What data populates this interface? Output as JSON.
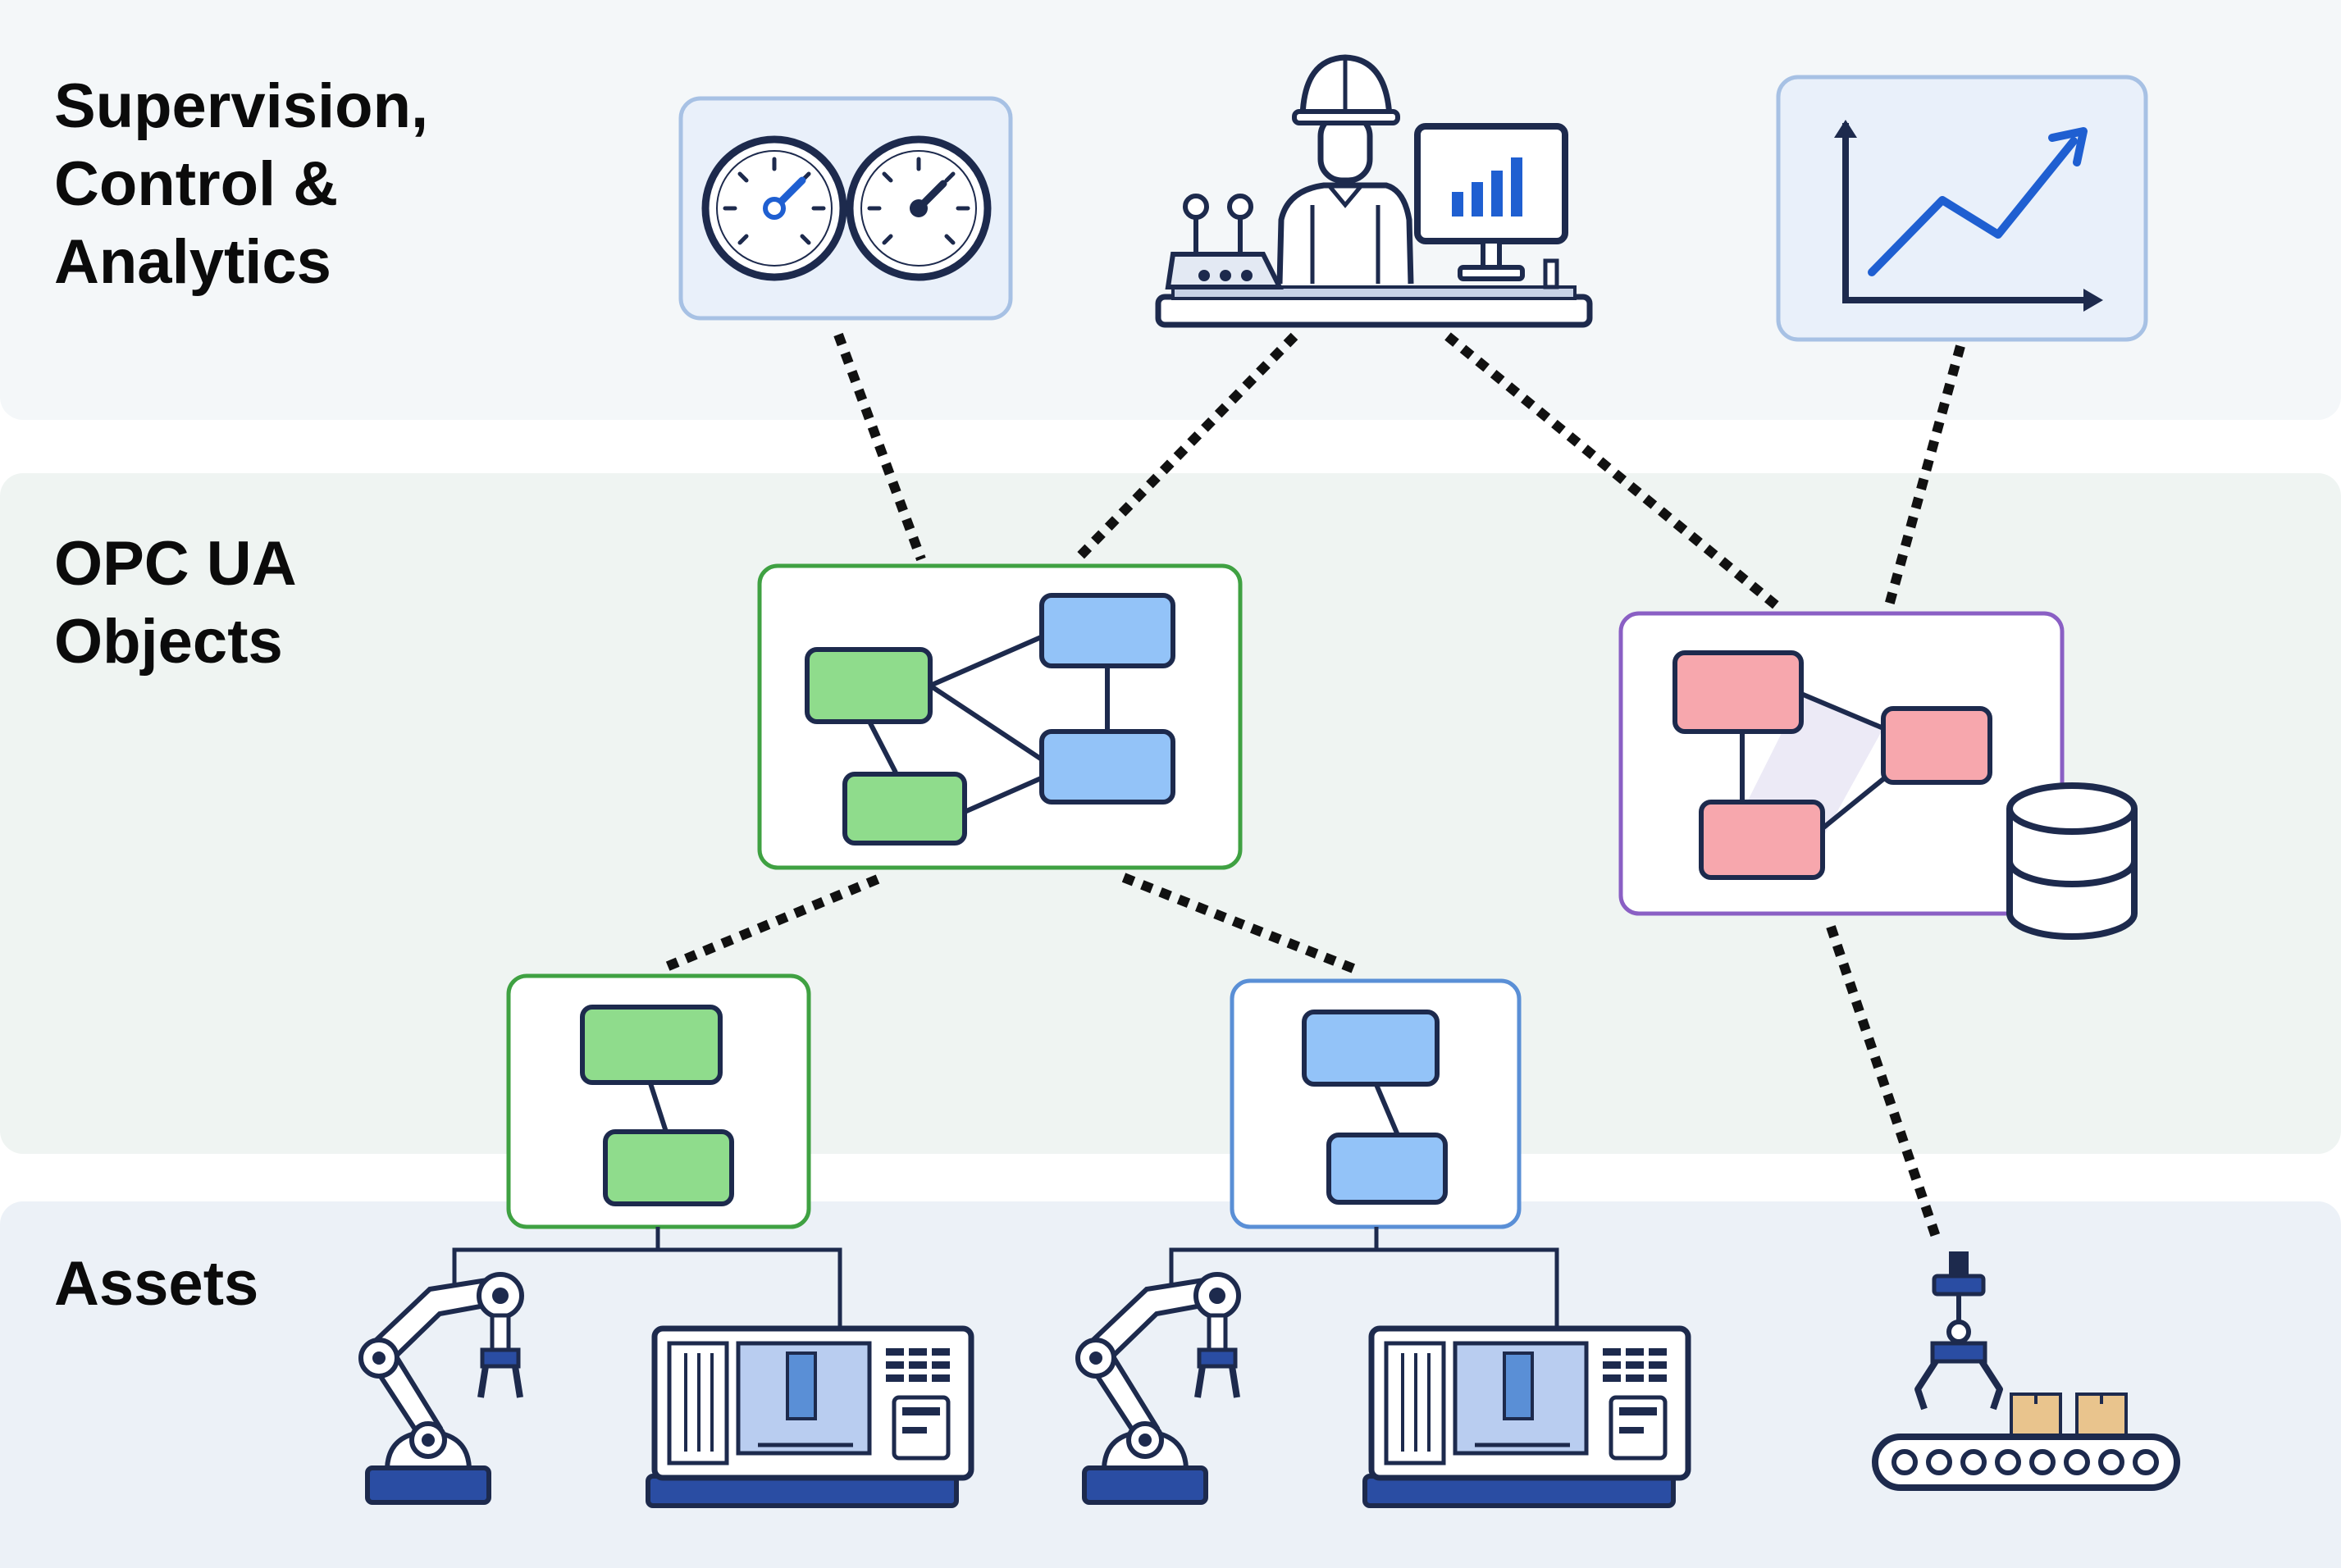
{
  "layers": {
    "supervision": {
      "line1": "Supervision,",
      "line2": "Control &",
      "line3": "Analytics"
    },
    "opc": {
      "line1": "OPC UA",
      "line2": "Objects"
    },
    "assets": {
      "line1": "Assets"
    }
  },
  "colors": {
    "green_fill": "#8fdc8c",
    "green_border": "#3fa142",
    "blue_fill": "#93c3f8",
    "blue_border": "#5a8fd6",
    "red_fill": "#f7a7ad",
    "purple_border": "#8a5fc4",
    "navy": "#1d2a4d",
    "accent_blue": "#1f5fd1",
    "box_fill": "#e9f0fa",
    "box_border": "#a7c1e4"
  },
  "icons": [
    "gauge-icon",
    "operator-icon",
    "monitor-icon",
    "trend-chart-icon",
    "database-icon",
    "robot-arm-icon",
    "cnc-machine-icon",
    "conveyor-icon"
  ]
}
